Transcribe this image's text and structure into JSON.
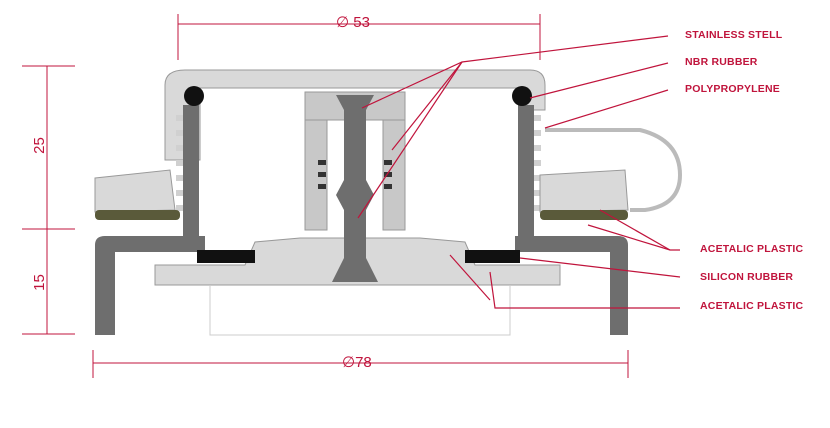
{
  "title_dims": {
    "top_diameter": "∅ 53",
    "bottom_diameter": "∅78",
    "upper_height": "25",
    "lower_height": "15"
  },
  "labels": [
    {
      "text": "STAINLESS STELL"
    },
    {
      "text": "NBR RUBBER"
    },
    {
      "text": "POLYPROPYLENE"
    },
    {
      "text": "ACETALIC PLASTIC"
    },
    {
      "text": "SILICON RUBBER"
    },
    {
      "text": "ACETALIC PLASTIC"
    }
  ],
  "colors": {
    "annotation": "#c0143c",
    "dark_part": "#6e6e6e",
    "light_part": "#d9d9d9",
    "seal": "#111111",
    "olive_gasket": "#5a5a3a"
  }
}
